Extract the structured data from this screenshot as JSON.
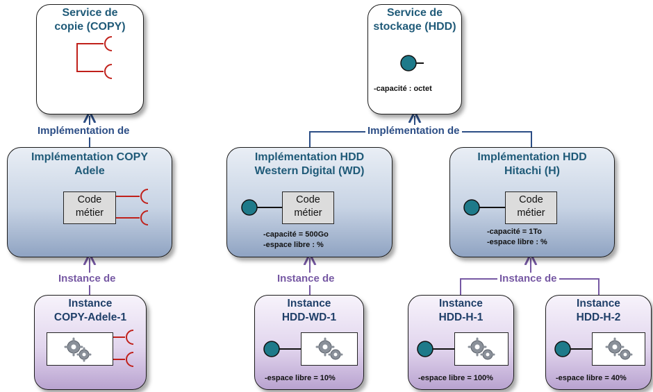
{
  "services": {
    "copy": {
      "title": [
        "Service de",
        "copie (COPY)"
      ]
    },
    "hdd": {
      "title": [
        "Service de",
        "stockage (HDD)"
      ],
      "attr": "-capacité : octet"
    }
  },
  "implementations": {
    "copy": {
      "title": [
        "Implémentation COPY",
        "Adele"
      ],
      "code": [
        "Code",
        "métier"
      ]
    },
    "wd": {
      "title": [
        "Implémentation HDD",
        "Western Digital (WD)"
      ],
      "code": [
        "Code",
        "métier"
      ],
      "attrs": [
        "-capacité = 500Go",
        "-espace libre : %"
      ]
    },
    "h": {
      "title": [
        "Implémentation HDD",
        "Hitachi (H)"
      ],
      "code": [
        "Code",
        "métier"
      ],
      "attrs": [
        "-capacité = 1To",
        "-espace libre : %"
      ]
    }
  },
  "instances": {
    "copy1": {
      "title": [
        "Instance",
        "COPY-Adele-1"
      ]
    },
    "wd1": {
      "title": [
        "Instance",
        "HDD-WD-1"
      ],
      "attr": "-espace libre = 10%"
    },
    "h1": {
      "title": [
        "Instance",
        "HDD-H-1"
      ],
      "attr": "-espace libre = 100%"
    },
    "h2": {
      "title": [
        "Instance",
        "HDD-H-2"
      ],
      "attr": "-espace libre = 40%"
    }
  },
  "relations": {
    "implementation_label": "Implémentation de",
    "instance_label": "Instance de"
  },
  "colors": {
    "implementation_arrow": "#2b4d85",
    "instance_arrow": "#7658a3",
    "required_port": "#c0201a",
    "provided_port": "#1e7a8a"
  }
}
